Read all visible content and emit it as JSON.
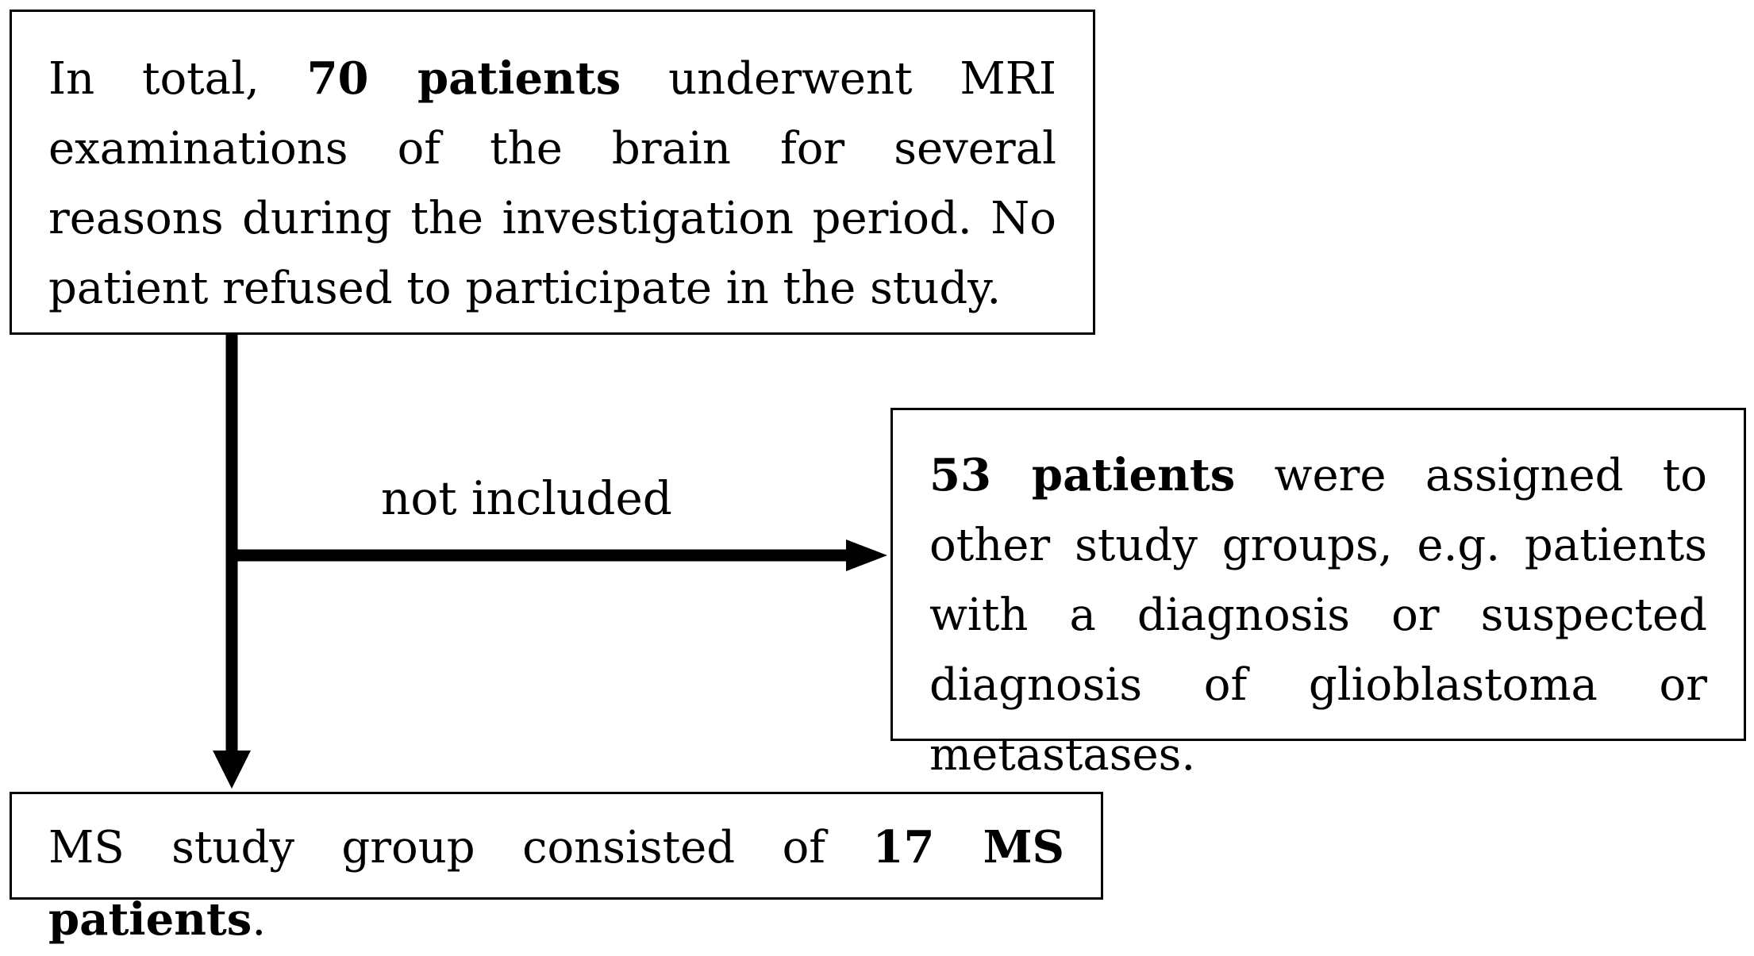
{
  "top_box": {
    "text_1": "In total, ",
    "bold_1": "70 patients",
    "text_2": " underwent MRI examinations of the brain for several reasons during the investigation period. No patient refused to participate in the study."
  },
  "right_box": {
    "bold_1": "53 patients",
    "text_1": " were assigned to other study groups, e.g. patients with a diagnosis or suspected diagnosis of glioblastoma or metastases."
  },
  "bottom_box": {
    "text_1": "MS study group consisted of ",
    "bold_1": "17 MS patients",
    "text_2": "."
  },
  "branch_label": "not included",
  "colors": {
    "stroke": "#000000",
    "background": "#ffffff"
  }
}
